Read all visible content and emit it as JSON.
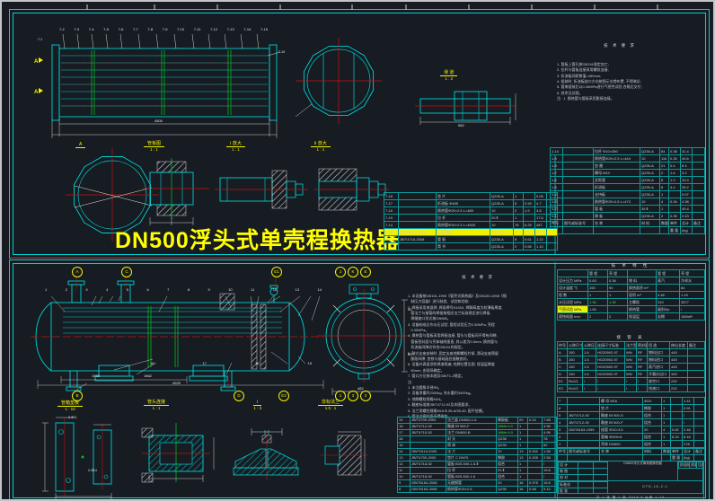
{
  "title_main": "DN500浮头式单壳程换热器",
  "sheet1": {
    "view_a": "A",
    "extra_labels": {
      "l1": "7-1",
      "l2": "7-19"
    },
    "bundle_labels": [
      "7-2",
      "7-3",
      "7-4",
      "7-5",
      "7-6",
      "7-7",
      "7-8",
      "7-9",
      "7-10",
      "7-11",
      "7-12",
      "7-13",
      "7-14",
      "7-15"
    ],
    "slide_label": {
      "name": "滑 道",
      "scale": "1 : 2"
    },
    "mid_labels": [
      {
        "name": "A",
        "scale": ""
      },
      {
        "name": "管板图",
        "scale": "1 : 1"
      },
      {
        "name": "Ⅰ 放大",
        "scale": "1 : 1"
      },
      {
        "name": "Ⅱ 放大",
        "scale": "1 : 1"
      }
    ],
    "dims": {
      "bundle_length": "4500",
      "slide_len": "982"
    },
    "notes": {
      "title": "技 术 要 求",
      "lines": [
        "1. 管板上管孔按GB151规定加工;",
        "2. 拉杆与管板连接采用螺纹连接;",
        "3. 折流板间距数值=450mm;",
        "4. 组装时, 折流板缺口方向按图示交错布置, 不得装反;",
        "5. 管束组装后以0.30MPa进行气密性试验,合格后交付;",
        "6. 其余见总图。",
        "",
        "注:  1  换热管与管板采用胀接连接。"
      ]
    },
    "bom_right": {
      "rows": [
        [
          "1-10",
          "",
          "拉杆 Φ10×390",
          "Q235-A",
          "84",
          "0.38",
          "31.4",
          ""
        ],
        [
          "1-9",
          "",
          "换热管Φ25×2.5 L=444",
          "10",
          "116",
          "0.35",
          "40.6",
          ""
        ],
        [
          "1-8",
          "",
          "垫 圈",
          "Q235-A",
          "21",
          "0.4",
          "8.4",
          ""
        ],
        [
          "1-7",
          "",
          "螺母 M10",
          "Q235-A",
          "2",
          "1.6",
          "3.2",
          ""
        ],
        [
          "1-6",
          "",
          "定距管",
          "Q235-A",
          "8",
          "1.3",
          "10.4",
          ""
        ],
        [
          "1-5",
          "",
          "折流板",
          "Q235-A",
          "8",
          "4.4",
          "35.2",
          ""
        ],
        [
          "1-4",
          "",
          "支持板",
          "Q235-A",
          "1",
          "",
          "9.07",
          ""
        ],
        [
          "1-3",
          "",
          "换热管Φ25×2.5 L=473",
          "10",
          "4",
          "0.34",
          "4.98",
          ""
        ],
        [
          "1-2",
          "",
          "管 板",
          "35 Ⅱ",
          "1",
          "",
          "49.4",
          ""
        ],
        [
          "1-1",
          "",
          "隔 板",
          "Q235-A",
          "2",
          "0.35",
          "0.43",
          ""
        ],
        [
          {
            "t": "件号",
            "c": "hd"
          },
          {
            "t": "图号或标准号",
            "c": "hd"
          },
          {
            "t": "名  称",
            "c": "hd"
          },
          {
            "t": "材 料",
            "c": "hd"
          },
          {
            "t": "数量",
            "c": "hd"
          },
          {
            "t": "单件",
            "c": "hd"
          },
          {
            "t": "总计",
            "c": "hd"
          },
          {
            "t": "备注",
            "c": "hd"
          }
        ],
        [
          "",
          "",
          "",
          "",
          "",
          "重 量",
          "(kg)",
          ""
        ]
      ]
    },
    "bom_left": {
      "rows": [
        [
          "7-18",
          "",
          "垫 片",
          "Q235-A",
          "1",
          "",
          "0.05",
          ""
        ],
        [
          "7-17",
          "",
          "折流板 Φ485",
          "Q235-A",
          "8",
          "0.59",
          "4.7",
          ""
        ],
        [
          "7-16",
          "",
          "换热管Φ25×2.5 L=485",
          "10",
          "2",
          "1.9",
          "3.8",
          ""
        ],
        [
          "7-15",
          "",
          "拉 杆",
          "20 Ⅱ",
          "1",
          "",
          "17.6",
          ""
        ],
        [
          "7-14",
          "",
          "换热管Φ25×2.5 L=4500",
          "10",
          "78",
          "6.25",
          "487",
          ""
        ],
        {
          "c": "hl",
          "cells": [
            "7-13",
            "GB/T8163-2008",
            "无缝钢管",
            "Q235-A",
            "4",
            "5.2",
            "20.8",
            ""
          ]
        },
        [
          "7-12",
          "JB/T4718-2008",
          "管 板",
          "Q235-A",
          "8",
          "0.61",
          "1.22",
          ""
        ],
        [
          "7-11",
          "",
          "筒 节",
          "Q235-A",
          "2",
          "0.55",
          "1.10",
          ""
        ]
      ]
    }
  },
  "sheet2": {
    "balloons": {
      "top": [
        "A",
        "C",
        "E1"
      ],
      "top_cluster": [
        "J",
        "K",
        "E"
      ],
      "bottom": [
        "B",
        "D",
        "E2"
      ],
      "bottom_cluster": [
        "1",
        "3",
        "2"
      ]
    },
    "part_numbers": [
      "1",
      "2",
      "3",
      "4",
      "5",
      "6",
      "7",
      "8",
      "9",
      "10",
      "11",
      "12",
      "13",
      "14"
    ],
    "part_numbers2": [
      "18",
      "17",
      "16",
      "15"
    ],
    "dims": {
      "seg1": "1058",
      "seg2": "1662",
      "overall": "4925",
      "end_width": "482",
      "end_h1": "50",
      "end_h2": "63"
    },
    "detail_dims": {
      "hole1": "2-Φ11",
      "hole2": "2-Φ14"
    },
    "view_labels": [
      {
        "name": "管箱垫板",
        "scale": "1 : 10"
      },
      {
        "name": "管头连接",
        "scale": "1 : 1"
      },
      {
        "name": "Ⅰ",
        "scale": "1 : 3"
      },
      {
        "name": "非标法兰",
        "scale": "1.5 : 1"
      }
    ],
    "notes": {
      "title": "技 术 要 求",
      "lines": [
        "1. 本设备按GB151-1999《管壳式换热器》及GB150-1998《钢",
        "   制压力容器》进行制造、试验和验收;",
        "2. 焊接采用电弧焊, 焊条牌号E4303, 焊脚高度为较薄板厚度,",
        "   管法兰与接管的焊接按相应法兰标准规定进行焊接,",
        "   焊缝坡口形式按GB985。",
        "3. 设备制成后作水压试验, 管程试验压力0.30MPa, 壳程",
        "   0.30MPa。",
        "4. 换热管与管板采用焊接连接, 管头与管板间不得有间隙,",
        "   管板密封面与壳体轴线垂直, 其公差为0.5mm, 换热管与",
        "   折流板间隙应符合GB151的规定。",
        "5. 鞍式支座安装时, 固定支座地脚螺栓拧紧, 滑动支座预留",
        "   膨胀间隙, 垫铁与基础面应接触良好。",
        "6. 设备外表面涂防锈漆两遍, 铭牌位置见图, 保温层厚度",
        "   50mm, 由现场确定。",
        "7. 管口方位按本图及GB/T1-2规定。",
        "",
        "注:",
        "1. 未注圆角半径R5。",
        "2. 设备净重约2300kg, 充水重约3400kg。",
        "3. 地脚螺栓规格M24。",
        "4. 鞍座标准按JB/T4712-92及本图要求。",
        "5. 法兰用螺柱规格M16-Ⅱ-35-A/35-45, 配平垫圈。",
        "6. 管法兰密封面不得碰伤。"
      ]
    },
    "tech_table": {
      "title": "技 术 特 性",
      "rows": [
        [
          "",
          "管 程",
          "壳 程",
          "",
          "管 程",
          "壳 程"
        ],
        [
          "设计压力 MPa",
          "0.63",
          "0.36",
          "物  料",
          "蒸汽",
          "冷却水"
        ],
        [
          "设计温度 ℃",
          "150",
          "90",
          "换热面积 m²",
          "",
          "84"
        ],
        [
          "程  数",
          "1",
          "1",
          "容积 m³",
          "0.48",
          "1.19"
        ],
        [
          "水压试验 MPa",
          {
            "t": "1.30",
            "c": "grn"
          },
          {
            "t": "1.30",
            "c": "grn"
          },
          "主螺栓",
          "310",
          "3577"
        ],
        [
          {
            "t": "气密试验 MPa",
            "c": "hl"
          },
          "1.50",
          "",
          "换热管",
          "级别Φp",
          "/"
        ],
        [
          "腐蚀裕量 mm",
          "2",
          "2",
          "保温层",
          "岩棉",
          "16MnR"
        ]
      ]
    },
    "nozzle_table": {
      "title": "接 管 表",
      "rows": [
        [
          "符号",
          "公称尺寸",
          "公称压力",
          "连接尺寸标准",
          "法兰型式",
          "密封面",
          "用  途",
          "伸出长度",
          "备注"
        ],
        [
          "A",
          "150",
          "1.6",
          "HG20592-97",
          "WN",
          "RF",
          "物料出口",
          "445",
          ""
        ],
        [
          "B",
          "150",
          "1.6",
          "HG20592-97",
          "WN",
          "RF",
          "物料进口",
          "445",
          ""
        ],
        [
          "C",
          "150",
          "1.6",
          "HG20592-97",
          "WN",
          "RF",
          "蒸汽进口",
          "445",
          ""
        ],
        [
          "D",
          "150",
          "1.6",
          "HG20592-97",
          "WN",
          "RF",
          "冷凝水出口",
          "445",
          ""
        ],
        [
          "E1",
          "Rc1/2",
          "/",
          "/",
          "/",
          "/",
          "放空口",
          "232",
          ""
        ],
        [
          "E2",
          "Rc1/2",
          "/",
          "/",
          "/",
          "/",
          "排液口",
          "232",
          ""
        ]
      ]
    },
    "bom7": {
      "rows": [
        [
          "7",
          "",
          "螺 母 M16",
          "40Cr",
          "1",
          "",
          "1.41",
          ""
        ],
        [
          "6",
          "",
          "垫 片",
          "橡胶",
          "1",
          "",
          "0.91",
          ""
        ],
        [
          "5",
          "JB/T4712-92",
          "鞍座 BⅠ 500-S",
          "组合",
          "1",
          "",
          "/",
          ""
        ],
        [
          "4",
          "JB/T4712-92",
          "鞍座 BⅠ 500-F",
          "组合",
          "1",
          "",
          "/",
          ""
        ],
        [
          "3",
          "GB/T8163-1999",
          "接管 Φ32×3.5",
          "20",
          "4",
          "0.62",
          "2.48",
          ""
        ],
        [
          "2",
          "",
          "管箱 Φ500×6",
          "组合",
          "1",
          "6.24",
          "8.16",
          ""
        ],
        [
          "1",
          "",
          "壳体 DN500",
          "组合",
          "1",
          "",
          "278",
          ""
        ]
      ]
    },
    "bom_header": {
      "rows": [
        [
          "件号",
          "图号或标准号",
          "名  称",
          "材料",
          "数量",
          "单件",
          "总计",
          "备注"
        ],
        [
          "",
          "",
          "",
          "",
          "",
          "重 量",
          "(kg)",
          ""
        ]
      ]
    },
    "bom_mid": {
      "rows": [
        [
          "19",
          "JB/T4700-2000",
          "法兰盖 DN500-1.6",
          "橡胶板",
          "20",
          "0.24",
          "7.68"
        ],
        [
          "18",
          "JB/T4712-92",
          "鞍座 BⅠ 500-F",
          {
            "t": "16Mn·4.0",
            "c": "grn"
          },
          "1",
          "",
          "4.96"
        ],
        [
          "17",
          "JB/T4715-92",
          "法兰 DN500-B",
          {
            "t": "16Mn·4.0",
            "c": "grn"
          },
          "1",
          "",
          "4.95"
        ],
        [
          "16",
          "",
          "封 头",
          "Q235",
          "1",
          "",
          "78"
        ],
        [
          "15",
          "",
          "筒 体",
          "Q235",
          "1",
          "",
          "82"
        ],
        [
          "14",
          "GB/T9119-2000",
          "法  兰",
          "20",
          "13",
          "0.002",
          "1.98"
        ],
        [
          "13",
          "JB/T4700-2000",
          "垫片 C DN70",
          "橡胶",
          "13",
          "0.205",
          "2.58"
        ],
        [
          "12",
          "JB/T4718-92",
          "管板 B25-500-1.6-Ⅱ",
          "组合",
          "1",
          "",
          "/"
        ],
        [
          "11",
          "",
          "拉  杆",
          "20 Ⅱ",
          "1",
          "",
          "19.8"
        ],
        [
          "10",
          "JB/T4718-92",
          "管板 B25-500-1.6",
          "组合",
          "1",
          "",
          "/"
        ],
        [
          "9",
          "GB/T8163-2008",
          "无缝钢管",
          "20",
          "16",
          "0.975",
          "15.6"
        ],
        [
          "8",
          "GB/T8163-2008",
          "换热管Φ25×2.5",
          "Q235",
          "16",
          "0.58",
          "9.12"
        ]
      ]
    },
    "titleblock": {
      "left_rows": [
        [
          "设 计",
          "",
          ""
        ],
        [
          "制 图",
          "",
          ""
        ],
        [
          "校 对",
          "",
          ""
        ],
        [
          "审 核",
          "",
          ""
        ]
      ],
      "left_rows2": [
        [
          "标准化",
          "",
          ""
        ],
        [
          "批 准",
          "",
          ""
        ]
      ],
      "stage_row": [
        [
          "阶段标记",
          "质量",
          "比例"
        ]
      ],
      "title_small": "DN500浮头式单壳程换热器",
      "drawing_no": "GTD-16-2-1",
      "bottom_text": "共 1 张   第 1 张   2019.6   比例 1:10"
    }
  }
}
